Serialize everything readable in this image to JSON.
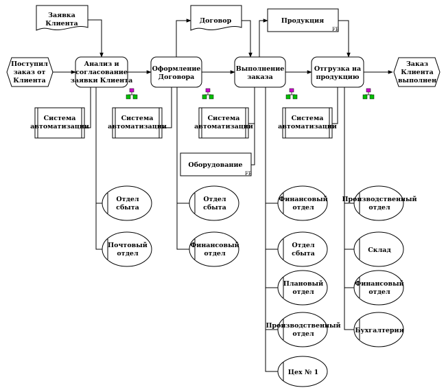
{
  "events": {
    "start": [
      "Поступил",
      "заказ от",
      "Клиента"
    ],
    "end": [
      "Заказ",
      "Клиента",
      "выполнен"
    ]
  },
  "functions": {
    "f1": [
      "Анализ и",
      "согласование",
      "заявки Клиента"
    ],
    "f2": [
      "Оформление",
      "Договора"
    ],
    "f3": [
      "Выполнение",
      "заказа"
    ],
    "f4": [
      "Отгрузка на",
      "продукцию"
    ]
  },
  "documents": {
    "request": [
      "Заявка",
      "Клиента"
    ],
    "contract": [
      "Договор"
    ]
  },
  "info_objects": {
    "products": "Продукция",
    "equipment": "Оборудование",
    "corner_mark": "FB"
  },
  "systems": {
    "s1": [
      "Система",
      "автоматизации"
    ],
    "s2": [
      "Система",
      "автоматизации"
    ],
    "s3": [
      "Система",
      "автоматизации"
    ],
    "s4": [
      "Система",
      "автоматизации"
    ]
  },
  "org_units": {
    "f1": [
      [
        "Отдел",
        "сбыта"
      ],
      [
        "Почтовый",
        "отдел"
      ]
    ],
    "f2": [
      [
        "Отдел",
        "сбыта"
      ],
      [
        "Финансовый",
        "отдел"
      ]
    ],
    "f3": [
      [
        "Финансовый",
        "отдел"
      ],
      [
        "Отдел",
        "сбыта"
      ],
      [
        "Плановый",
        "отдел"
      ],
      [
        "Производственный",
        "отдел"
      ],
      [
        "Цех № 1"
      ]
    ],
    "f4": [
      [
        "Производственный",
        "отдел"
      ],
      [
        "Склад"
      ],
      [
        "Финансовый",
        "отдел"
      ],
      [
        "Бухгалтерия"
      ]
    ]
  },
  "colors": {
    "org_icon_top": "#d000d0",
    "org_icon_leaf": "#00c000"
  }
}
